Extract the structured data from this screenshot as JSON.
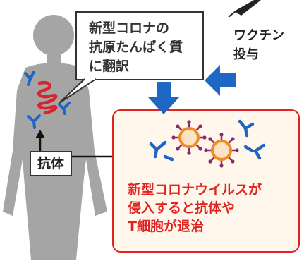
{
  "callout": {
    "lines": [
      "新型コロナの",
      "抗原たんぱく質",
      "に翻訳"
    ]
  },
  "vaccine": {
    "lines": [
      "ワクチン",
      "投与"
    ]
  },
  "antibody_label": "抗体",
  "result": {
    "lines": [
      "新型コロナウイルスが",
      "侵入すると抗体や",
      "T細胞が退治"
    ]
  },
  "colors": {
    "body": "#a5a5a5",
    "arrow_blue": "#1f67c4",
    "accent_red": "#e0231f",
    "box_fill": "#fff6ec",
    "virus_orange": "#f08c28",
    "mrna_red": "#d9242b"
  }
}
